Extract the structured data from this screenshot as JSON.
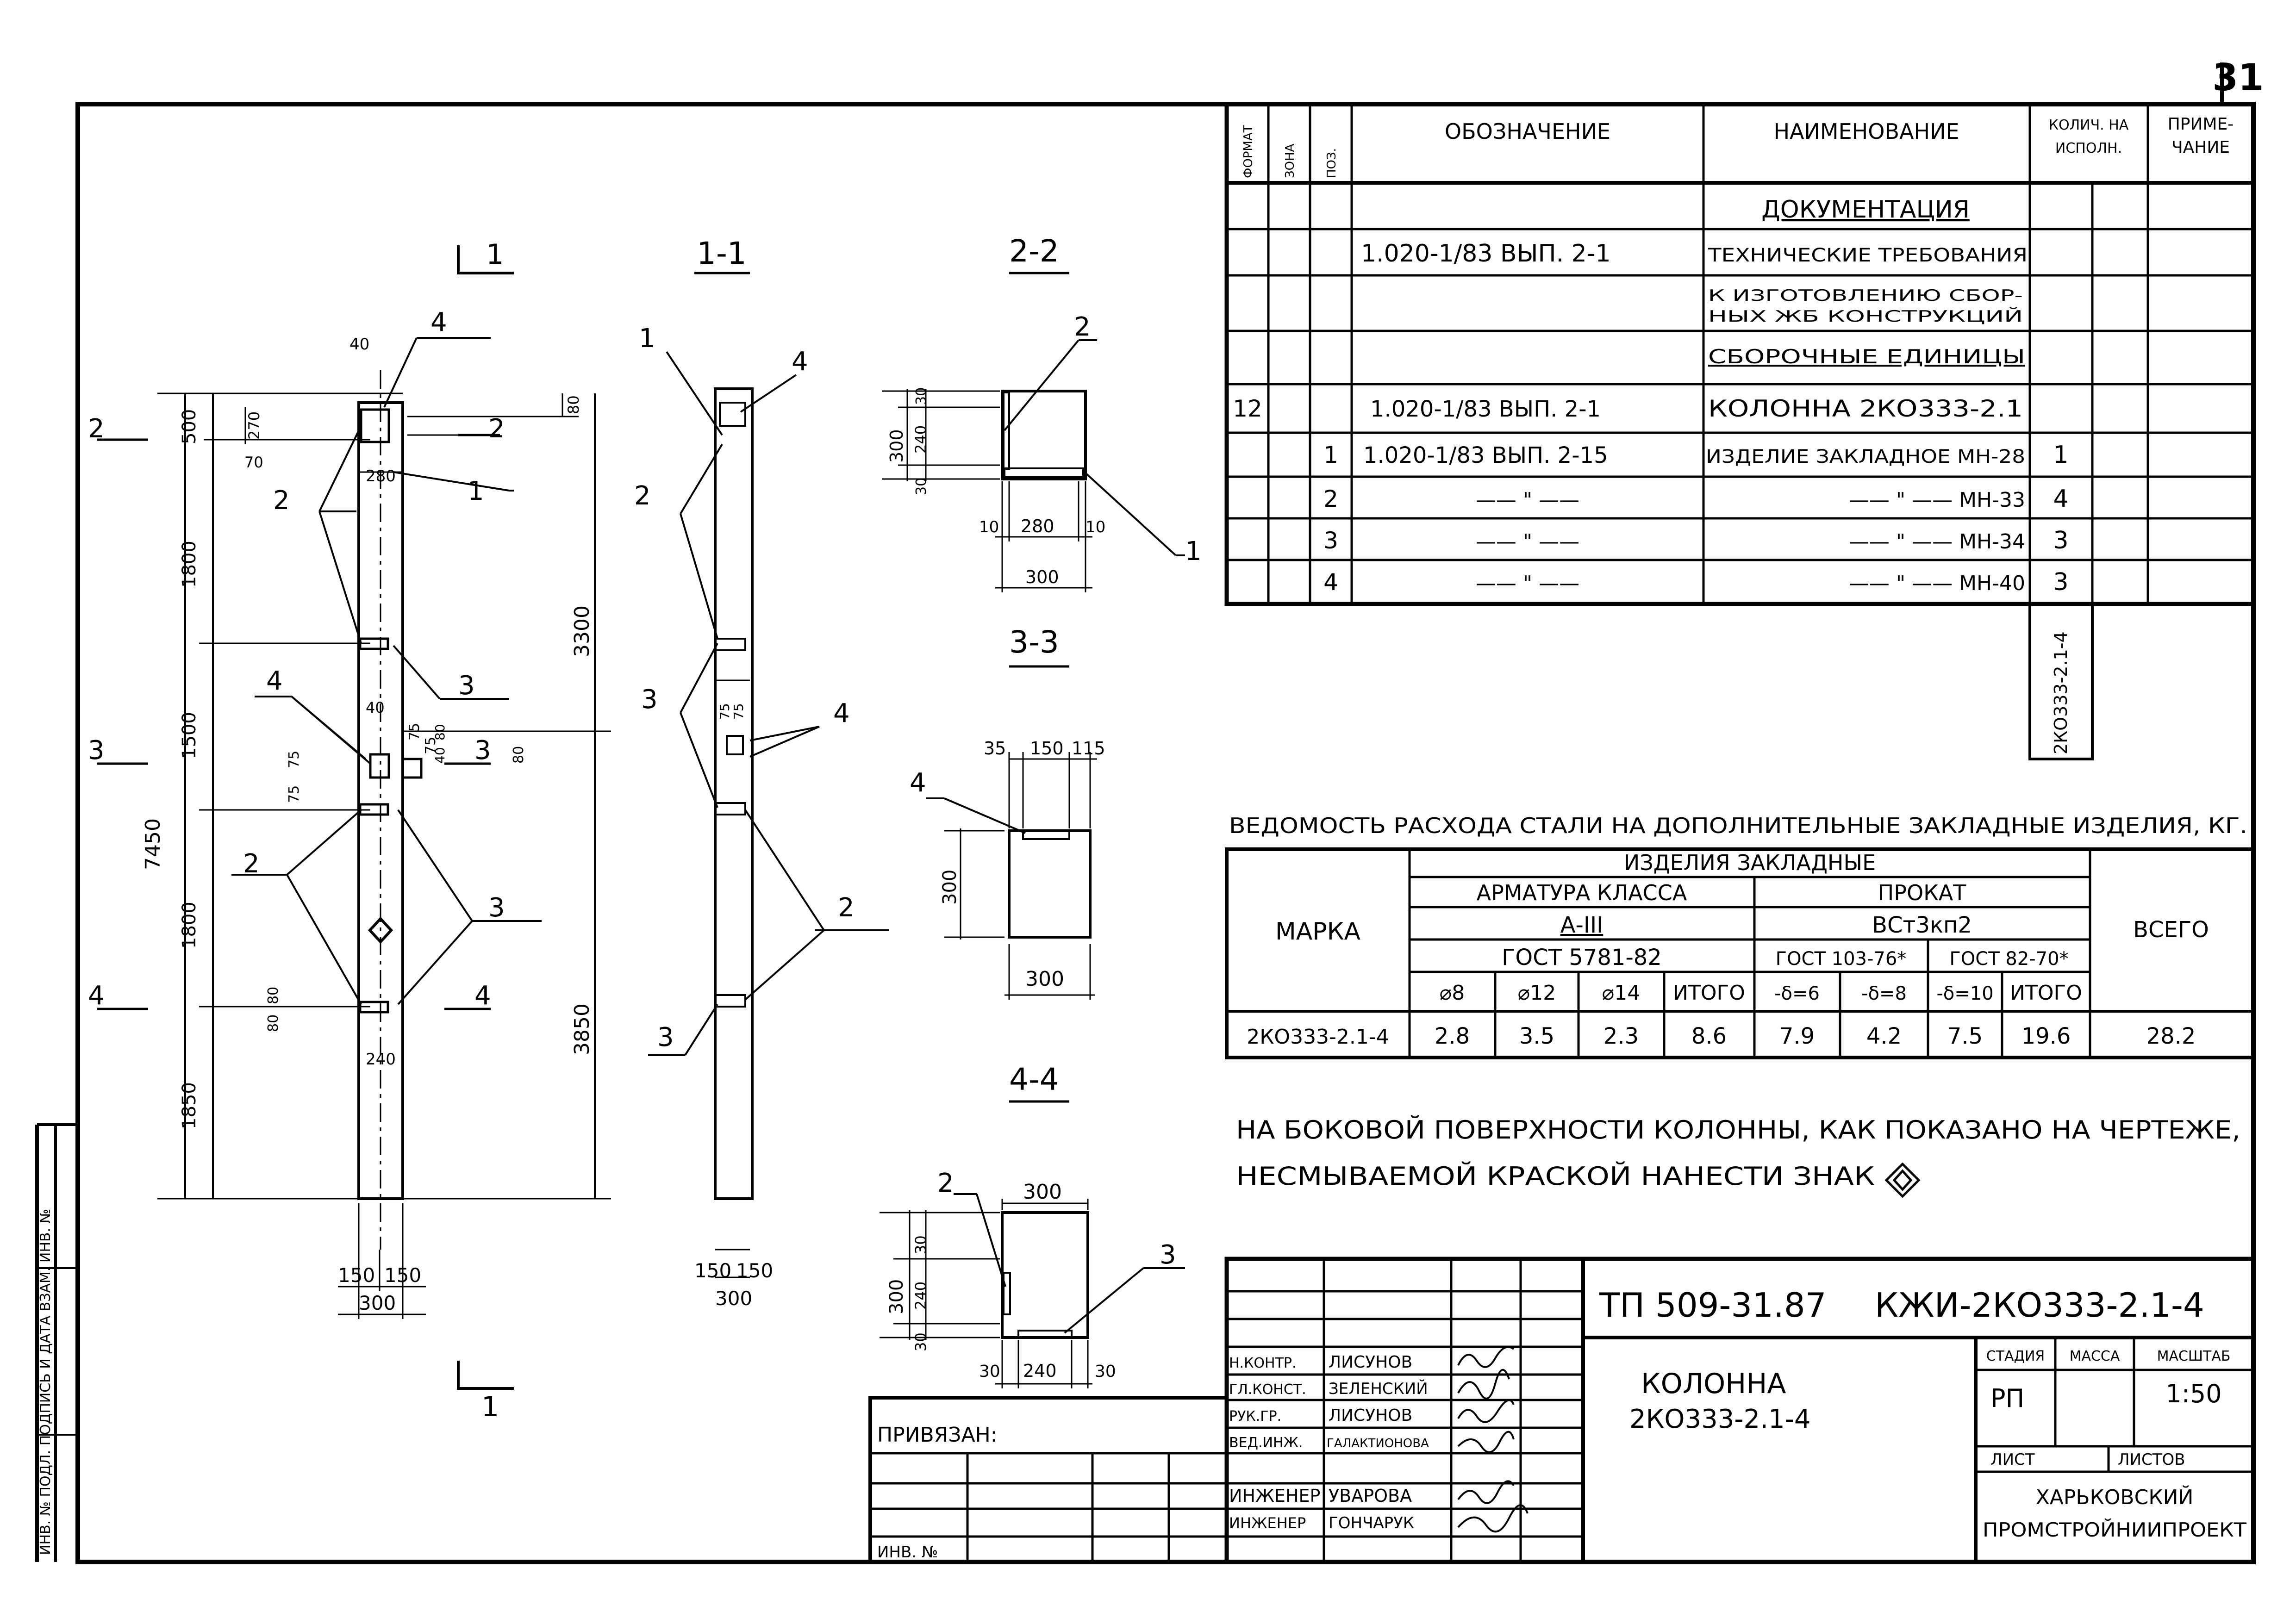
{
  "page_number": "31",
  "spec": {
    "headers": {
      "format": "ФОРМАТ",
      "zone": "ЗОНА",
      "pos": "ПОЗ.",
      "designation": "ОБОЗНАЧЕНИЕ",
      "name": "НАИМЕНОВАНИЕ",
      "qty_1": "КОЛИЧ. НА",
      "qty_2": "ИСПОЛН.",
      "note_1": "ПРИМЕ-",
      "note_2": "ЧАНИЕ"
    },
    "rows": [
      {
        "format": "",
        "pos": "",
        "designation": "",
        "name": "ДОКУМЕНТАЦИЯ",
        "qty": ""
      },
      {
        "format": "",
        "pos": "",
        "designation": "1.020-1/83 ВЫП. 2-1",
        "name": "ТЕХНИЧЕСКИЕ ТРЕБОВАНИЯ",
        "qty": ""
      },
      {
        "format": "",
        "pos": "",
        "designation": "",
        "name": "К ИЗГОТОВЛЕНИЮ СБОР-",
        "name2": "НЫХ ЖБ КОНСТРУКЦИЙ",
        "qty": ""
      },
      {
        "format": "",
        "pos": "",
        "designation": "",
        "name": "СБОРОЧНЫЕ ЕДИНИЦЫ",
        "qty": ""
      },
      {
        "format": "12",
        "pos": "",
        "designation": "1.020-1/83 ВЫП. 2-1",
        "name": "КОЛОННА 2КО333-2.1",
        "qty": ""
      },
      {
        "format": "",
        "pos": "1",
        "designation": "1.020-1/83 ВЫП. 2-15",
        "name": "ИЗДЕЛИЕ ЗАКЛАДНОЕ МН-28",
        "qty": "1"
      },
      {
        "format": "",
        "pos": "2",
        "designation": "—— \" ——",
        "name": "—— \" —— МН-33",
        "qty": "4"
      },
      {
        "format": "",
        "pos": "3",
        "designation": "—— \" ——",
        "name": "—— \" —— МН-34",
        "qty": "3"
      },
      {
        "format": "",
        "pos": "4",
        "designation": "—— \" ——",
        "name": "—— \" —— МН-40",
        "qty": "3"
      }
    ],
    "vertical_mark": "2КО333-2.1-4"
  },
  "steel_table": {
    "title": "ВЕДОМОСТЬ РАСХОДА СТАЛИ НА ДОПОЛНИТЕЛЬНЫЕ ЗАКЛАДНЫЕ ИЗДЕЛИЯ, КГ.",
    "mark_header": "МАРКА",
    "embedded": "ИЗДЕЛИЯ ЗАКЛАДНЫЕ",
    "rebar_class": "АРМАТУРА КЛАССА",
    "rebar_grade": "А-III",
    "rebar_gost": "ГОСТ 5781-82",
    "rolled": "ПРОКАТ",
    "rolled_grade": "ВСт3кп2",
    "gost_103": "ГОСТ 103-76*",
    "gost_82": "ГОСТ 82-70*",
    "total_header": "ВСЕГО",
    "sub_headers": [
      "⌀8",
      "⌀12",
      "⌀14",
      "ИТОГО",
      "-δ=6",
      "-δ=8",
      "-δ=10",
      "ИТОГО"
    ],
    "row": {
      "mark": "2КО333-2.1-4",
      "values": [
        "2.8",
        "3.5",
        "2.3",
        "8.6",
        "7.9",
        "4.2",
        "7.5",
        "19.6"
      ],
      "total": "28.2"
    }
  },
  "note_line_1": "НА БОКОВОЙ ПОВЕРХНОСТИ КОЛОННЫ, КАК ПОКАЗАНО НА ЧЕРТЕЖЕ,",
  "note_line_2": "НЕСМЫВАЕМОЙ КРАСКОЙ НАНЕСТИ ЗНАК",
  "drawings": {
    "elevation": {
      "label_top": "1",
      "label_bottom": "1",
      "dims_left": [
        "500",
        "1800",
        "1500",
        "1800",
        "1850"
      ],
      "dim_total": "7450",
      "dims_right": [
        "3300",
        "3850"
      ],
      "dims_small": [
        "270",
        "70",
        "80",
        "280",
        "40",
        "75",
        "75",
        "40",
        "75",
        "75",
        "80",
        "80",
        "80",
        "240",
        "80",
        "40"
      ],
      "width_dims": [
        "150",
        "150",
        "300"
      ],
      "callouts": [
        "4",
        "1",
        "2",
        "3",
        "4",
        "2",
        "3"
      ],
      "cut_marks": [
        "2",
        "2",
        "3",
        "3",
        "4",
        "4"
      ]
    },
    "section_1": {
      "title": "1-1",
      "callouts": [
        "1",
        "4",
        "2",
        "3",
        "4",
        "2",
        "3"
      ],
      "dims_small": [
        "75",
        "75"
      ],
      "width_dims": [
        "150",
        "150",
        "300"
      ]
    },
    "section_2": {
      "title": "2-2",
      "dims": [
        "30",
        "240",
        "30",
        "300",
        "10",
        "280",
        "10",
        "300"
      ],
      "callouts": [
        "2",
        "1"
      ]
    },
    "section_3": {
      "title": "3-3",
      "dims": [
        "35",
        "150",
        "115",
        "300",
        "300"
      ],
      "callouts": [
        "4"
      ]
    },
    "section_4": {
      "title": "4-4",
      "dims": [
        "300",
        "30",
        "240",
        "30",
        "300",
        "30",
        "240",
        "30"
      ],
      "callouts": [
        "2",
        "3"
      ]
    }
  },
  "title_block": {
    "code": "ТП 509-31.87",
    "sheet_code": "КЖИ-2КО333-2.1-4",
    "object_1": "КОЛОННА",
    "object_2": "2КО333-2.1-4",
    "stage_header": "СТАДИЯ",
    "mass_header": "МАССА",
    "scale_header": "МАСШТАБ",
    "stage": "РП",
    "scale": "1:50",
    "sheet_header": "ЛИСТ",
    "sheets_header": "ЛИСТОВ",
    "org_1": "ХАРЬКОВСКИЙ",
    "org_2": "ПРОМСТРОЙНИИПРОЕКТ",
    "people": [
      {
        "role": "Н.КОНТР.",
        "name": "ЛИСУНОВ"
      },
      {
        "role": "ГЛ.КОНСТ.",
        "name": "ЗЕЛЕНСКИЙ"
      },
      {
        "role": "РУК.ГР.",
        "name": "ЛИСУНОВ"
      },
      {
        "role": "ВЕД.ИНЖ.",
        "name": "ГАЛАКТИОНОВА"
      },
      {
        "role": "ИНЖЕНЕР",
        "name": "УВАРОВА"
      },
      {
        "role": "ИНЖЕНЕР",
        "name": "ГОНЧАРУК"
      }
    ],
    "bound": "ПРИВЯЗАН:",
    "inv_no": "ИНВ. №"
  },
  "side_strip": "ИНВ. № ПОДЛ.  ПОДПИСЬ И ДАТА  ВЗАМ. ИНВ. №"
}
